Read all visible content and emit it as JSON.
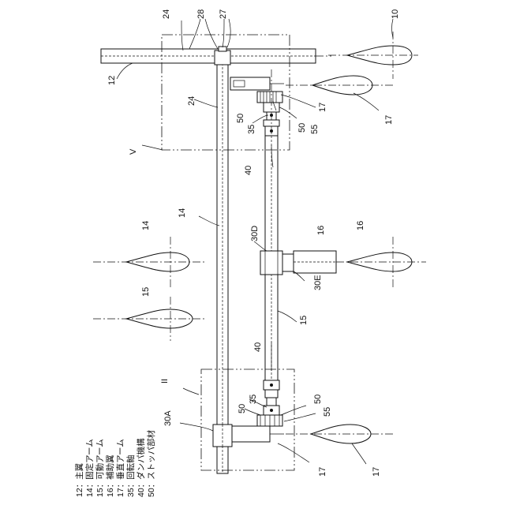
{
  "labels": {
    "n10": "10",
    "n12": "12",
    "n14_arm": "14",
    "n14_wing": "14",
    "n15_wing": "15",
    "n15_arm": "15",
    "n16_wing": "16",
    "n16_arm": "16",
    "n17_a": "17",
    "n17_b": "17",
    "n17_c": "17",
    "n17_d": "17",
    "n24_top": "24",
    "n24_mid": "24",
    "n27": "27",
    "n28": "28",
    "n30A": "30A",
    "n30D": "30D",
    "n30E": "30E",
    "n35_top": "35",
    "n35_bot": "35",
    "n40_top": "40",
    "n40_bot": "40",
    "n50_a": "50",
    "n50_b": "50",
    "n50_c": "50",
    "n50_d": "50",
    "n55_top": "55",
    "n55_bot": "55",
    "nV": "V",
    "nII": "II"
  },
  "legend": [
    "12：主翼",
    "14：固定アーム",
    "15：可動アーム",
    "16：補助翼",
    "17：垂直アーム",
    "35：回転軸",
    "40：ダンパ機構",
    "50：ストッパ部材"
  ]
}
